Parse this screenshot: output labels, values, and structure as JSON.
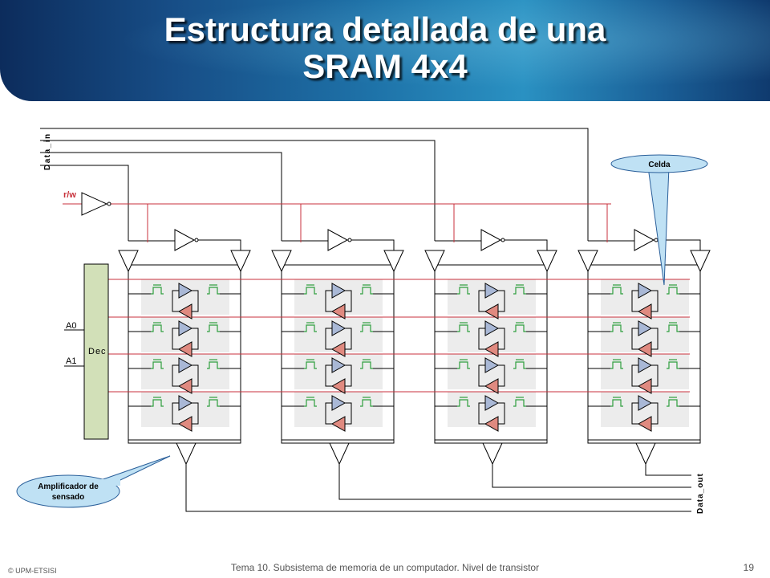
{
  "slide": {
    "title_line1": "Estructura detallada de una",
    "title_line2": "SRAM 4x4"
  },
  "diagram": {
    "data_in_label": "Data_in",
    "rw_label": "r/w",
    "decoder_label": "Dec",
    "address_labels": [
      "A0",
      "A1"
    ],
    "data_out_label": "Data_out",
    "callout_cell": "Celda",
    "callout_amp_line1": "Amplificador de",
    "callout_amp_line2": "sensado"
  },
  "footer": {
    "copyright": "© UPM-ETSISI",
    "course": "Tema 10. Subsistema de memoria de un computador. Nivel de transistor",
    "page_number": "19"
  },
  "colors": {
    "wire": "#000000",
    "word_line": "#c8323c",
    "access_transistor": "#2e9e3e",
    "cell_bg": "#ececec",
    "decoder_fill": "#d2e0b8",
    "inverter_up": "#a9b8d6",
    "inverter_down": "#e08a80",
    "callout_fill": "#bfe1f4",
    "callout_border": "#2a5f9a"
  }
}
